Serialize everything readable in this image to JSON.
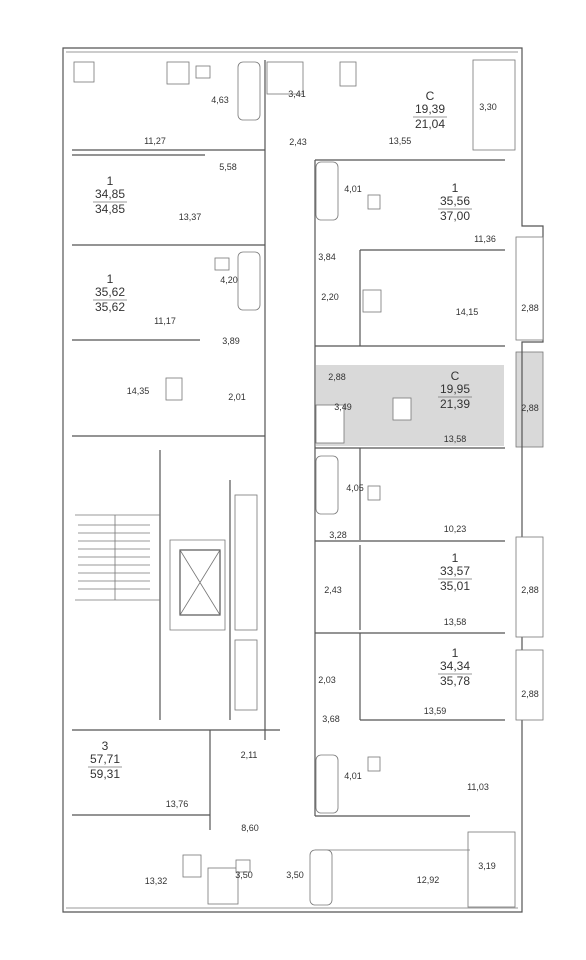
{
  "colors": {
    "wall": "#555555",
    "highlight": "#d9d9d9",
    "text": "#333333"
  },
  "icons": [
    "toilet-icon",
    "bathtub-icon",
    "sink-icon",
    "stove-icon",
    "shower-icon",
    "elevator-icon",
    "stairs-icon"
  ],
  "apartments": [
    {
      "type": "С",
      "area_living": "19,39",
      "area_total": "21,04",
      "highlighted": false
    },
    {
      "type": "1",
      "area_living": "34,85",
      "area_total": "34,85",
      "highlighted": false
    },
    {
      "type": "1",
      "area_living": "35,56",
      "area_total": "37,00",
      "highlighted": false
    },
    {
      "type": "1",
      "area_living": "35,62",
      "area_total": "35,62",
      "highlighted": false
    },
    {
      "type": "С",
      "area_living": "19,95",
      "area_total": "21,39",
      "highlighted": true
    },
    {
      "type": "1",
      "area_living": "33,57",
      "area_total": "35,01",
      "highlighted": false
    },
    {
      "type": "1",
      "area_living": "34,34",
      "area_total": "35,78",
      "highlighted": false
    },
    {
      "type": "3",
      "area_living": "57,71",
      "area_total": "59,31",
      "highlighted": false
    }
  ],
  "room_areas": [
    "4,63",
    "3,41",
    "11,27",
    "2,43",
    "13,55",
    "3,30",
    "5,58",
    "13,37",
    "4,01",
    "11,36",
    "3,84",
    "4,20",
    "2,20",
    "14,15",
    "2,88",
    "11,17",
    "3,89",
    "14,35",
    "2,01",
    "2,88",
    "3,49",
    "13,58",
    "2,88",
    "4,05",
    "10,23",
    "3,28",
    "2,43",
    "13,58",
    "2,88",
    "2,03",
    "13,59",
    "2,88",
    "3,68",
    "2,11",
    "4,01",
    "11,03",
    "13,76",
    "8,60",
    "13,32",
    "3,50",
    "3,50",
    "12,92",
    "3,19"
  ]
}
